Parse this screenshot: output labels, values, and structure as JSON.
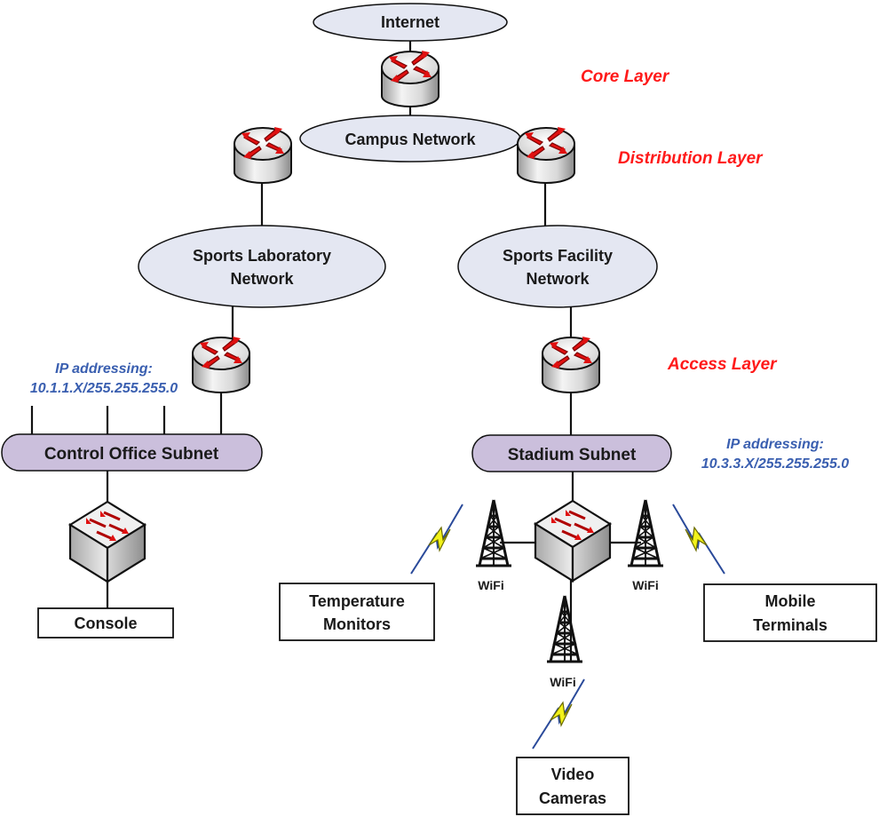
{
  "layers": {
    "core": "Core Layer",
    "distribution": "Distribution Layer",
    "access": "Access Layer"
  },
  "clouds": {
    "internet": "Internet",
    "campus": "Campus Network",
    "lab_line1": "Sports Laboratory",
    "lab_line2": "Network",
    "facility_line1": "Sports Facility",
    "facility_line2": "Network"
  },
  "subnets": {
    "control_office": "Control Office Subnet",
    "stadium": "Stadium Subnet"
  },
  "ip": {
    "left_label": "IP addressing:",
    "left_value": "10.1.1.X/255.255.255.0",
    "right_label": "IP addressing:",
    "right_value": "10.3.3.X/255.255.255.0"
  },
  "devices": {
    "console": "Console",
    "temp_line1": "Temperature",
    "temp_line2": "Monitors",
    "mobile_line1": "Mobile",
    "mobile_line2": "Terminals",
    "video_line1": "Video",
    "video_line2": "Cameras"
  },
  "wifi": {
    "left": "WiFi",
    "right": "WiFi",
    "bottom": "WiFi"
  },
  "colors": {
    "cloud_fill": "#e4e7f2",
    "subnet_fill": "#cbbfdc",
    "layer_text": "#ff1a1a",
    "ip_text": "#3a5fb0",
    "bolt_fill": "#f2f21a",
    "bolt_line": "#2a4a9a"
  }
}
